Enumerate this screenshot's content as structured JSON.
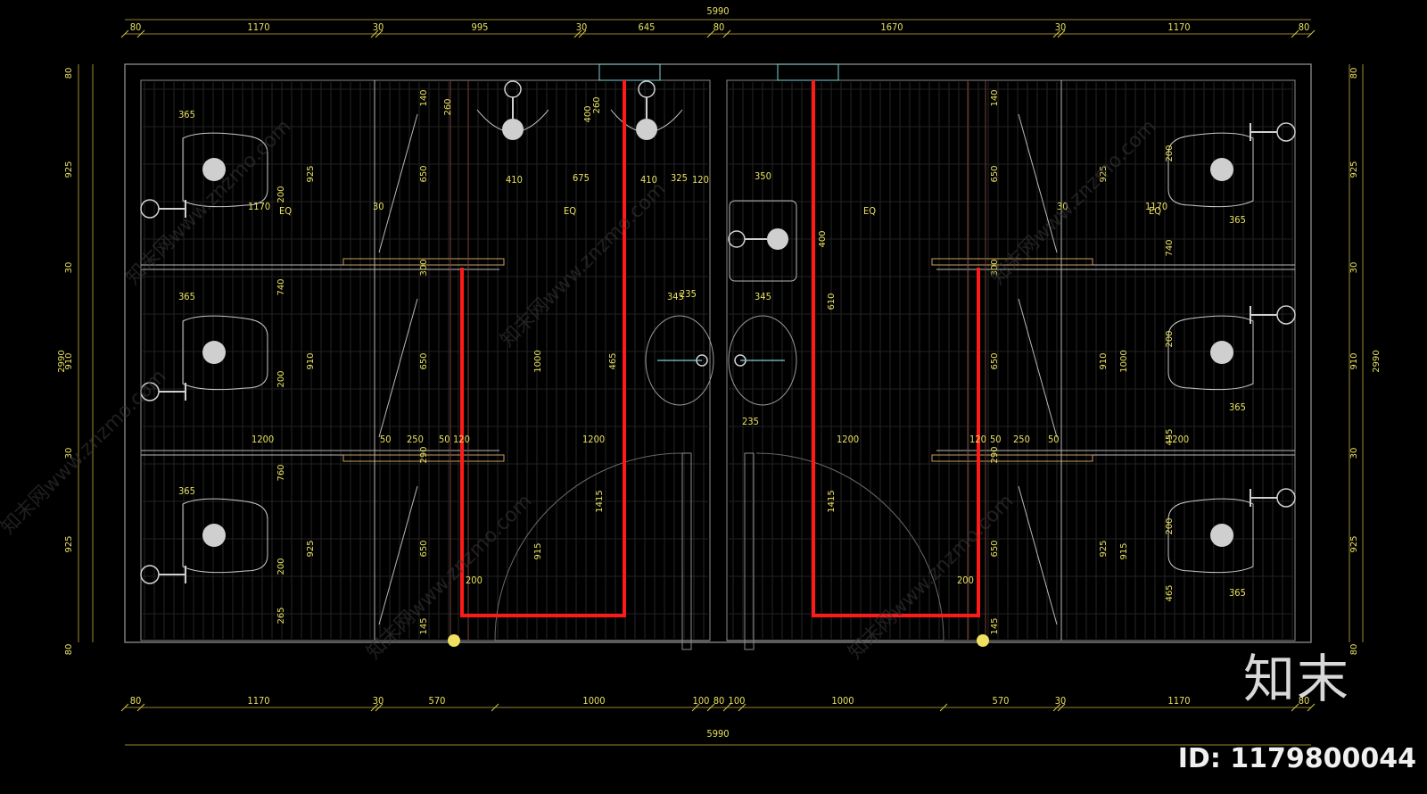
{
  "drawing": {
    "overall_width": "5990",
    "overall_height": "2990",
    "top_dims": [
      "80",
      "1170",
      "30",
      "995",
      "30",
      "645",
      "80",
      "1670",
      "30",
      "1170",
      "80"
    ],
    "bottom_dims": [
      "80",
      "1170",
      "30",
      "570",
      "1000",
      "100",
      "80",
      "100",
      "1000",
      "570",
      "30",
      "1170",
      "80"
    ],
    "left_dims": [
      "80",
      "925",
      "30",
      "910",
      "30",
      "925",
      "80"
    ],
    "right_dims": [
      "80",
      "925",
      "30",
      "910",
      "30",
      "925",
      "80"
    ],
    "inner_labels": {
      "d365": "365",
      "d925": "925",
      "d910": "910",
      "d200": "200",
      "d1170": "1170",
      "d30": "30",
      "d1200": "1200",
      "d50": "50",
      "d250": "250",
      "d120": "120",
      "d740": "740",
      "d760": "760",
      "d265": "265",
      "d145": "145",
      "d650": "650",
      "d260": "260",
      "d140": "140",
      "d300": "300",
      "d290": "290",
      "d410": "410",
      "d325": "325",
      "d350": "350",
      "d400": "400",
      "d345": "345",
      "d235": "235",
      "d610": "610",
      "d1000": "1000",
      "d465": "465",
      "d1415": "1415",
      "d915": "915",
      "d675": "675",
      "d455": "455",
      "eq": "EQ"
    }
  },
  "watermark": {
    "text": "知末网www.znzmo.com",
    "brand": "知末",
    "id_label": "ID: 1179800044"
  },
  "colors": {
    "background": "#000000",
    "dimension": "#e8e060",
    "pipe": "#ff1a1a",
    "wall": "#a0a0a0",
    "fixture": "#d0d0d0"
  }
}
